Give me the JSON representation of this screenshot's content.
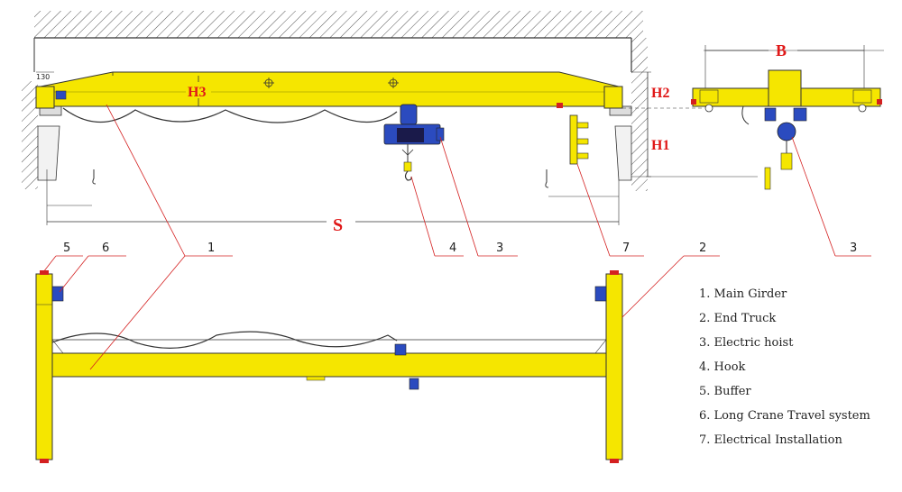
{
  "dimensions": {
    "h3": "H3",
    "h2": "H2",
    "h1": "H1",
    "s": "S",
    "b": "B",
    "w130": "130"
  },
  "callouts": {
    "n1": "1",
    "n2": "2",
    "n3_front": "3",
    "n3_side": "3",
    "n4": "4",
    "n5": "5",
    "n6": "6",
    "n7": "7"
  },
  "legend": {
    "items": [
      "1. Main Girder",
      "2. End Truck",
      "3. Electric hoist",
      "4. Hook",
      "5. Buffer",
      "6. Long Crane Travel system",
      "7. Electrical Installation"
    ]
  },
  "colors": {
    "girder_yellow": "#f5e600",
    "hoist_blue": "#2b4bbf",
    "dimension_red": "#e01818",
    "buffer_red": "#d42020",
    "outline": "#333333"
  }
}
